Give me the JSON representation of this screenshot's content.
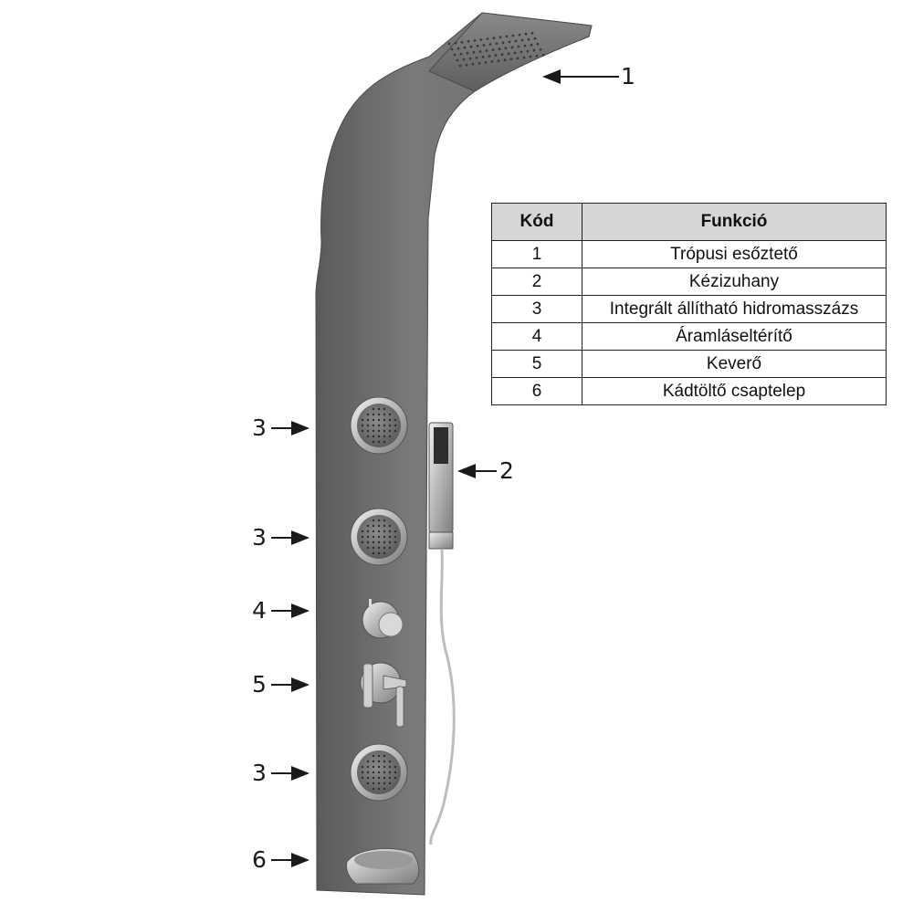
{
  "callouts": [
    {
      "id": "c1",
      "number": "1"
    },
    {
      "id": "c2",
      "number": "2"
    },
    {
      "id": "c3a",
      "number": "3"
    },
    {
      "id": "c3b",
      "number": "3"
    },
    {
      "id": "c4",
      "number": "4"
    },
    {
      "id": "c5",
      "number": "5"
    },
    {
      "id": "c3c",
      "number": "3"
    },
    {
      "id": "c6",
      "number": "6"
    }
  ],
  "legend": {
    "headers": {
      "code": "Kód",
      "function": "Funkció"
    },
    "rows": [
      {
        "code": "1",
        "function": "Trópusi esőztető"
      },
      {
        "code": "2",
        "function": "Kézizuhany"
      },
      {
        "code": "3",
        "function": "Integrált állítható hidromasszázs"
      },
      {
        "code": "4",
        "function": "Áramláseltérítő"
      },
      {
        "code": "5",
        "function": "Keverő"
      },
      {
        "code": "6",
        "function": "Kádtöltő csaptelep"
      }
    ]
  },
  "colors": {
    "panel": "#707070",
    "panel_dark": "#4a4a4a",
    "chrome": "#c9c9c9",
    "header_fill": "#d6d6d6"
  }
}
